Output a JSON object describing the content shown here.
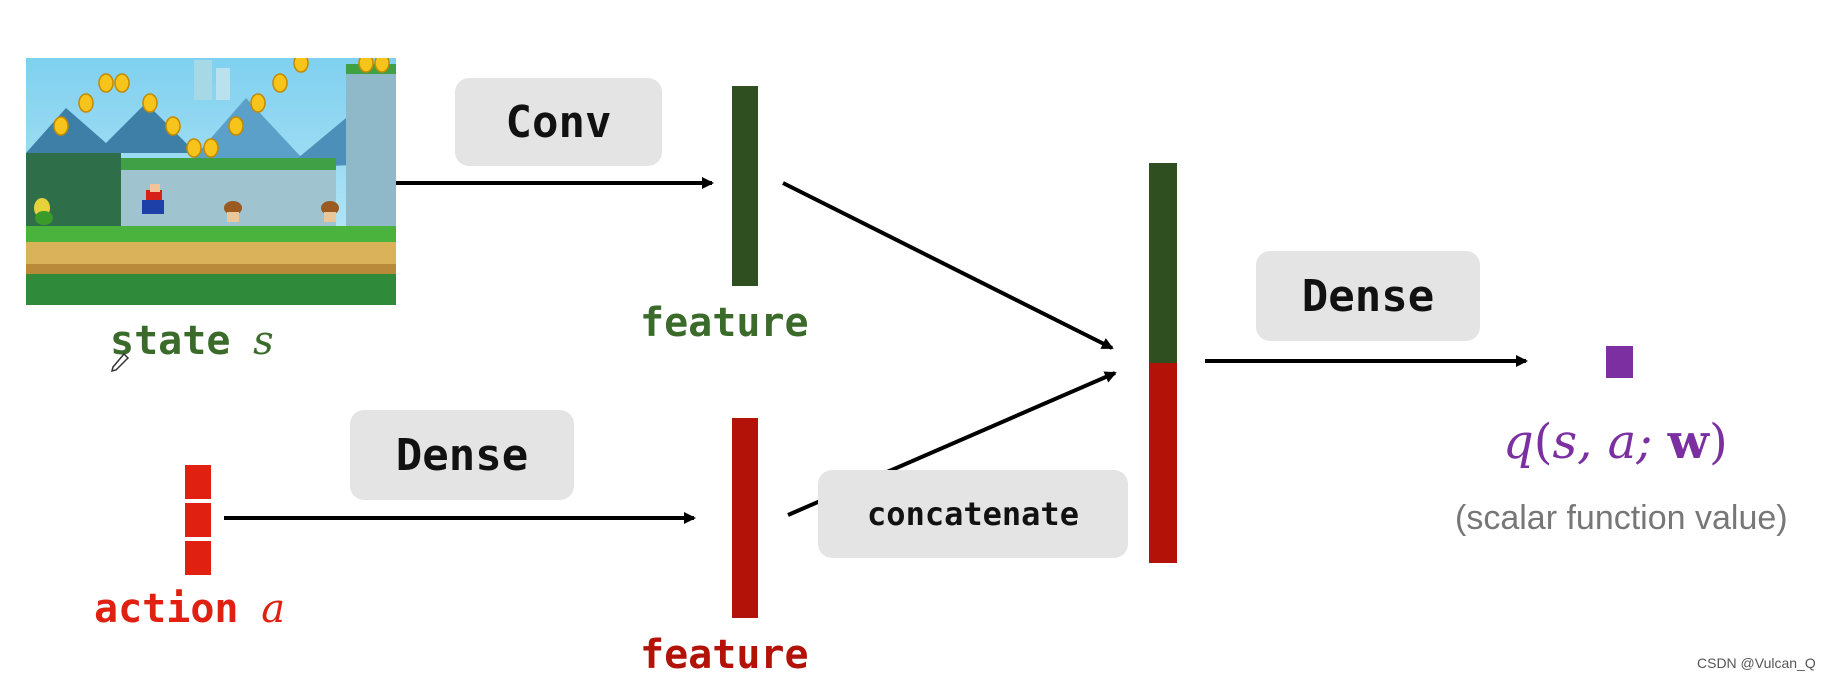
{
  "colors": {
    "state_green": "#3a6b2a",
    "state_bar_green": "#2f4f21",
    "action_red": "#e02010",
    "feature_red": "#b21208",
    "purple": "#7b2fa0",
    "gray_text": "#777777",
    "box_bg": "#e4e4e4"
  },
  "state": {
    "image_description_icon": "mario-game-screenshot",
    "label_word": "state",
    "label_symbol": "s"
  },
  "action": {
    "label_word": "action",
    "label_symbol": "a"
  },
  "ops": {
    "conv": "Conv",
    "dense_action": "Dense",
    "dense_output": "Dense",
    "concatenate": "concatenate"
  },
  "features": {
    "state_feature_label": "feature",
    "action_feature_label": "feature"
  },
  "output": {
    "formula_q": "q",
    "formula_open": "(",
    "formula_args": "s, a; ",
    "formula_w": "w",
    "formula_close": ")",
    "caption": "(scalar function value)"
  },
  "watermark": "CSDN @Vulcan_Q"
}
